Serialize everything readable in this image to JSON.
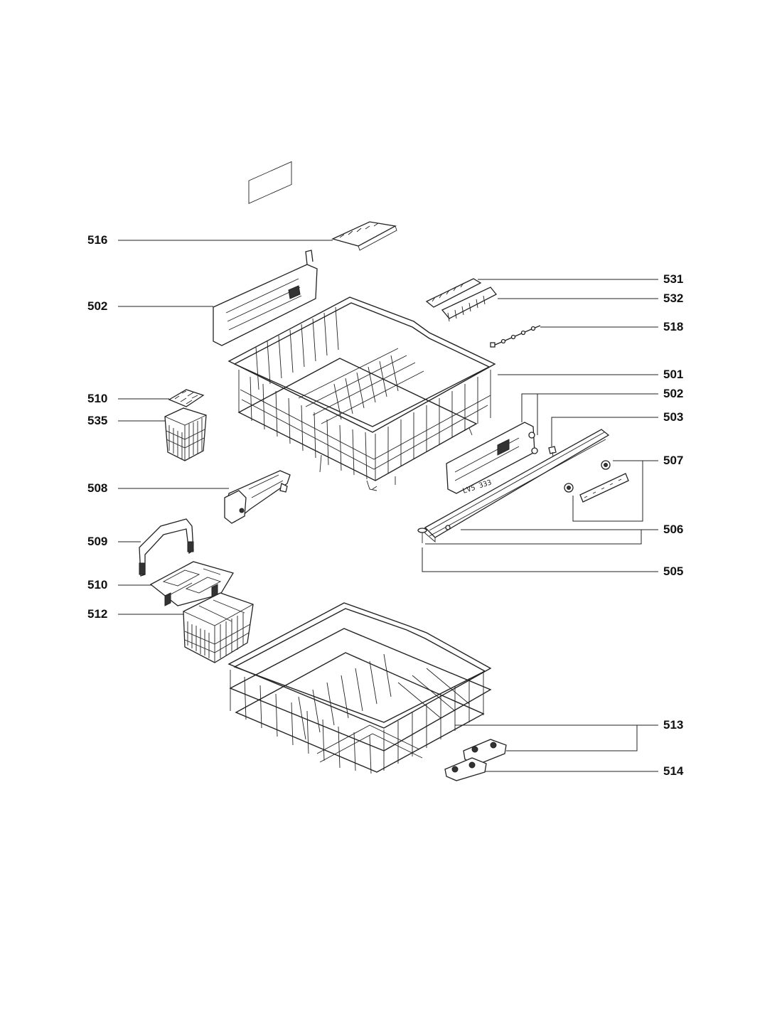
{
  "callouts": {
    "c516": "516",
    "c502a": "502",
    "c510a": "510",
    "c535": "535",
    "c508": "508",
    "c509": "509",
    "c510b": "510",
    "c512": "512",
    "c531": "531",
    "c532": "532",
    "c518": "518",
    "c501": "501",
    "c502b": "502",
    "c503": "503",
    "c507": "507",
    "c506": "506",
    "c505": "505",
    "c513": "513",
    "c514": "514"
  },
  "stamp_text": "LV5 333",
  "colors": {
    "line": "#222222",
    "label": "#111111",
    "background": "#ffffff"
  }
}
